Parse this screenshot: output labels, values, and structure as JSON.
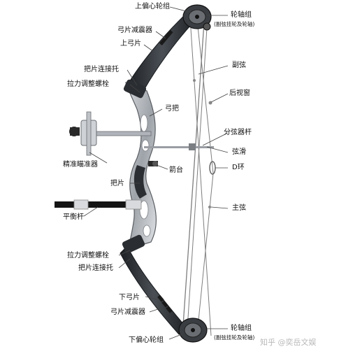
{
  "labels": {
    "upper_cam": "上偏心轮组",
    "upper_axle": "轮轴组",
    "upper_axle_note": "(副弦挂轮及轮轴)",
    "upper_limb_damper": "弓片减震器",
    "upper_limb": "上弓片",
    "limb_pocket_upper": "把片连接托",
    "draw_weight_bolt_upper": "拉力调整螺栓",
    "riser": "弓把",
    "secondary_string": "副弦",
    "peep_sight": "后视窗",
    "cable_guard": "分弦器杆",
    "cable_slide": "弦滑",
    "sight": "精准瞄准器",
    "arrow_rest": "箭台",
    "d_loop": "D环",
    "grip": "把片",
    "main_string": "主弦",
    "stabilizer": "平衡杆",
    "draw_weight_bolt_lower": "拉力调整螺栓",
    "limb_pocket_lower": "把片连接托",
    "lower_limb": "下弓片",
    "lower_limb_damper": "弓片减震器",
    "lower_cam": "下偏心轮组",
    "lower_axle": "轮轴组",
    "lower_axle_note": "(副弦挂轮及轮轴)"
  },
  "watermark": "知乎 @奕岳文娱",
  "colors": {
    "label_text": "#111111",
    "leader_line": "#444444",
    "limb_dark": "#2b2f33",
    "riser_silver": "#b8bcc2",
    "string": "#7a7a7a",
    "stabilizer_black": "#141414"
  }
}
